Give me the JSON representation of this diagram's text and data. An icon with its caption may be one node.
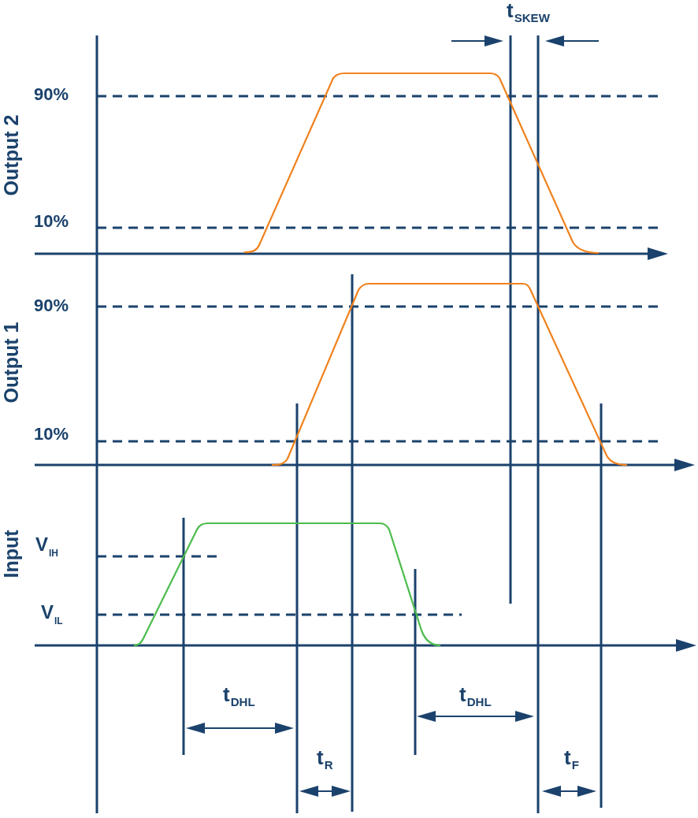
{
  "diagram": {
    "labels": [
      "t$_{SKEW}$",
      "90%",
      "Output 2",
      "10%",
      "90%",
      "Output 1",
      "10%",
      "Input",
      "V$_{IH}$",
      "V$_{IL}$",
      "t$_{DHL}$",
      "t$_{DHL}$",
      "t$_{R}$",
      "t$_{F}$"
    ]
  }
}
